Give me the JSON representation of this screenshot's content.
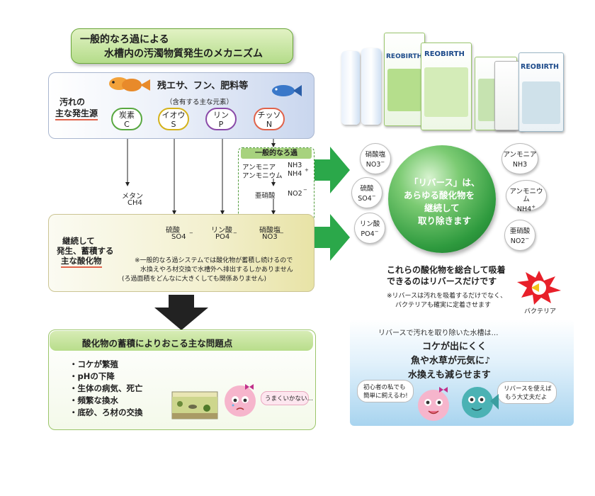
{
  "title": {
    "line1": "一般的なろ過による",
    "line2": "水槽内の汚濁物質発生のメカニズム"
  },
  "source": {
    "label_line1": "汚れの",
    "label_line2": "主な発生源",
    "heading": "残エサ、フン、肥料等",
    "subheading": "（含有する主な元素）",
    "elements": [
      {
        "name": "炭素",
        "symbol": "C",
        "color": "#58a840"
      },
      {
        "name": "イオウ",
        "symbol": "S",
        "color": "#d4b21a"
      },
      {
        "name": "リン",
        "symbol": "P",
        "color": "#8a4aa8"
      },
      {
        "name": "チッソ",
        "symbol": "N",
        "color": "#e0624a"
      }
    ]
  },
  "methane": {
    "name": "メタン",
    "formula": "CH4"
  },
  "nitrification": {
    "label": "一般的なろ過",
    "row1_name": "アンモニア",
    "row1_formula": "NH3",
    "row2_name": "アンモニウム",
    "row2_formula": "NH4",
    "row2_sup": "+",
    "row3_name": "亜硝酸",
    "row3_formula": "NO2",
    "row3_sup": "−"
  },
  "oxides": {
    "label_line1": "継続して",
    "label_line2": "発生、蓄積する",
    "label_line3": "主な酸化物",
    "sulfate_name": "硫酸",
    "sulfate_formula": "SO4",
    "phosphate_name": "リン酸",
    "phosphate_formula": "PO4",
    "nitrate_name": "硝酸塩",
    "nitrate_formula": "NO3",
    "charge": "−",
    "note_line1": "※一般的なろ過システムでは酸化物が蓄積し続けるので",
    "note_line2": "水換えやろ材交換で水槽外へ排出するしかありません",
    "note_line3": "(ろ過面積をどんなに大きくしても関係ありません)"
  },
  "problems": {
    "title": "酸化物の蓄積によりおこる主な問題点",
    "items": [
      "・コケが繁殖",
      "・pHの下降",
      "・生体の病気、死亡",
      "・頻繁な換水",
      "・底砂、ろ材の交換"
    ],
    "speech": "うまくいかない…"
  },
  "products": {
    "brand": "REOBIRTH"
  },
  "rebirth": {
    "sphere_line1": "「リバース」は、",
    "sphere_line2": "あらゆる酸化物を",
    "sphere_line3": "継続して",
    "sphere_line4": "取り除きます",
    "bubbles": [
      {
        "name": "硝酸塩",
        "formula": "NO3",
        "sup": "−"
      },
      {
        "name": "硫酸",
        "formula": "SO4",
        "sup": "−"
      },
      {
        "name": "リン酸",
        "formula": "PO4",
        "sup": "−"
      },
      {
        "name": "アンモニア",
        "formula": "NH3",
        "sup": ""
      },
      {
        "name": "アンモニウム",
        "formula": "NH4",
        "sup": "+"
      },
      {
        "name": "亜硝酸",
        "formula": "NO2",
        "sup": "−"
      }
    ],
    "summary_line1": "これらの酸化物を総合して吸着",
    "summary_line2": "できるのはリバースだけです",
    "note_line1": "※リバースは汚れを吸着するだけでなく、",
    "note_line2": "バクテリアも確実に定着させます",
    "bacteria_label": "バクテリア"
  },
  "result": {
    "intro": "リバースで汚れを取り除いた水槽は…",
    "line1": "コケが出にくく",
    "line2": "魚や水草が元気に♪",
    "line3": "水換えも減らせます",
    "bubble_left_line1": "初心者の私でも",
    "bubble_left_line2": "簡単に飼えるわ!",
    "bubble_right_line1": "リバースを使えば",
    "bubble_right_line2": "もう大丈夫だよ"
  }
}
